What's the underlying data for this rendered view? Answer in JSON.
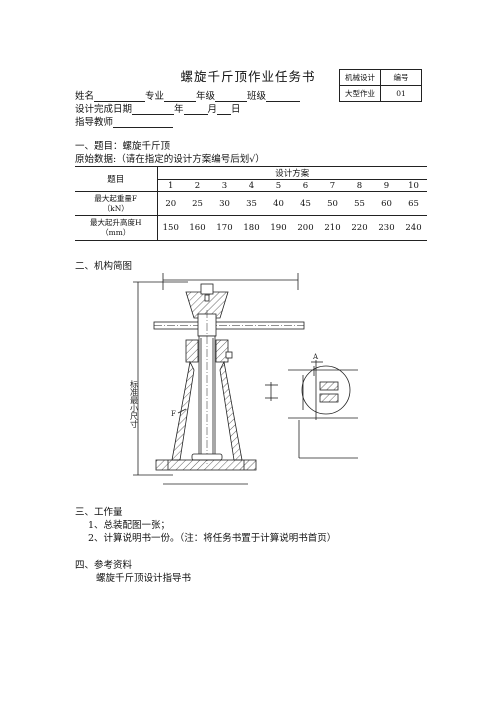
{
  "doc": {
    "title": "螺旋千斤顶作业任务书",
    "corner_table": [
      [
        "机械设计",
        "编号"
      ],
      [
        "大型作业",
        "01"
      ]
    ],
    "info": {
      "name_label": "姓名",
      "major_label": "专业",
      "grade_label": "年级",
      "class_label": "班级",
      "date_label": "设计完成日期",
      "year_label": "年",
      "month_label": "月",
      "day_label": "日",
      "teacher_label": "指导教师"
    },
    "section1": {
      "heading": "一、题目：螺旋千斤顶",
      "note": "原始数据:（请在指定的设计方案编号后划√）"
    },
    "table": {
      "topic_header": "题目",
      "plan_header": "设计方案",
      "columns": [
        "1",
        "2",
        "3",
        "4",
        "5",
        "6",
        "7",
        "8",
        "9",
        "10"
      ],
      "rows": [
        {
          "label_line1": "最大起重量F",
          "label_line2": "（kN）",
          "values": [
            "20",
            "25",
            "30",
            "35",
            "40",
            "45",
            "50",
            "55",
            "60",
            "65"
          ]
        },
        {
          "label_line1": "最大起升高度H",
          "label_line2": "（mm）",
          "values": [
            "150",
            "160",
            "170",
            "180",
            "190",
            "200",
            "210",
            "220",
            "230",
            "240"
          ]
        }
      ]
    },
    "section2": {
      "heading": "二、机构简图",
      "dim_label": "标准最小尺寸",
      "label_A": "A",
      "label_F": "F"
    },
    "section3": {
      "heading": "三、工作量",
      "items": [
        "1、总装配图一张；",
        "2、计算说明书一份。（注：将任务书置于计算说明书首页）"
      ]
    },
    "section4": {
      "heading": "四、参考资料",
      "items": [
        "螺旋千斤顶设计指导书"
      ]
    }
  }
}
